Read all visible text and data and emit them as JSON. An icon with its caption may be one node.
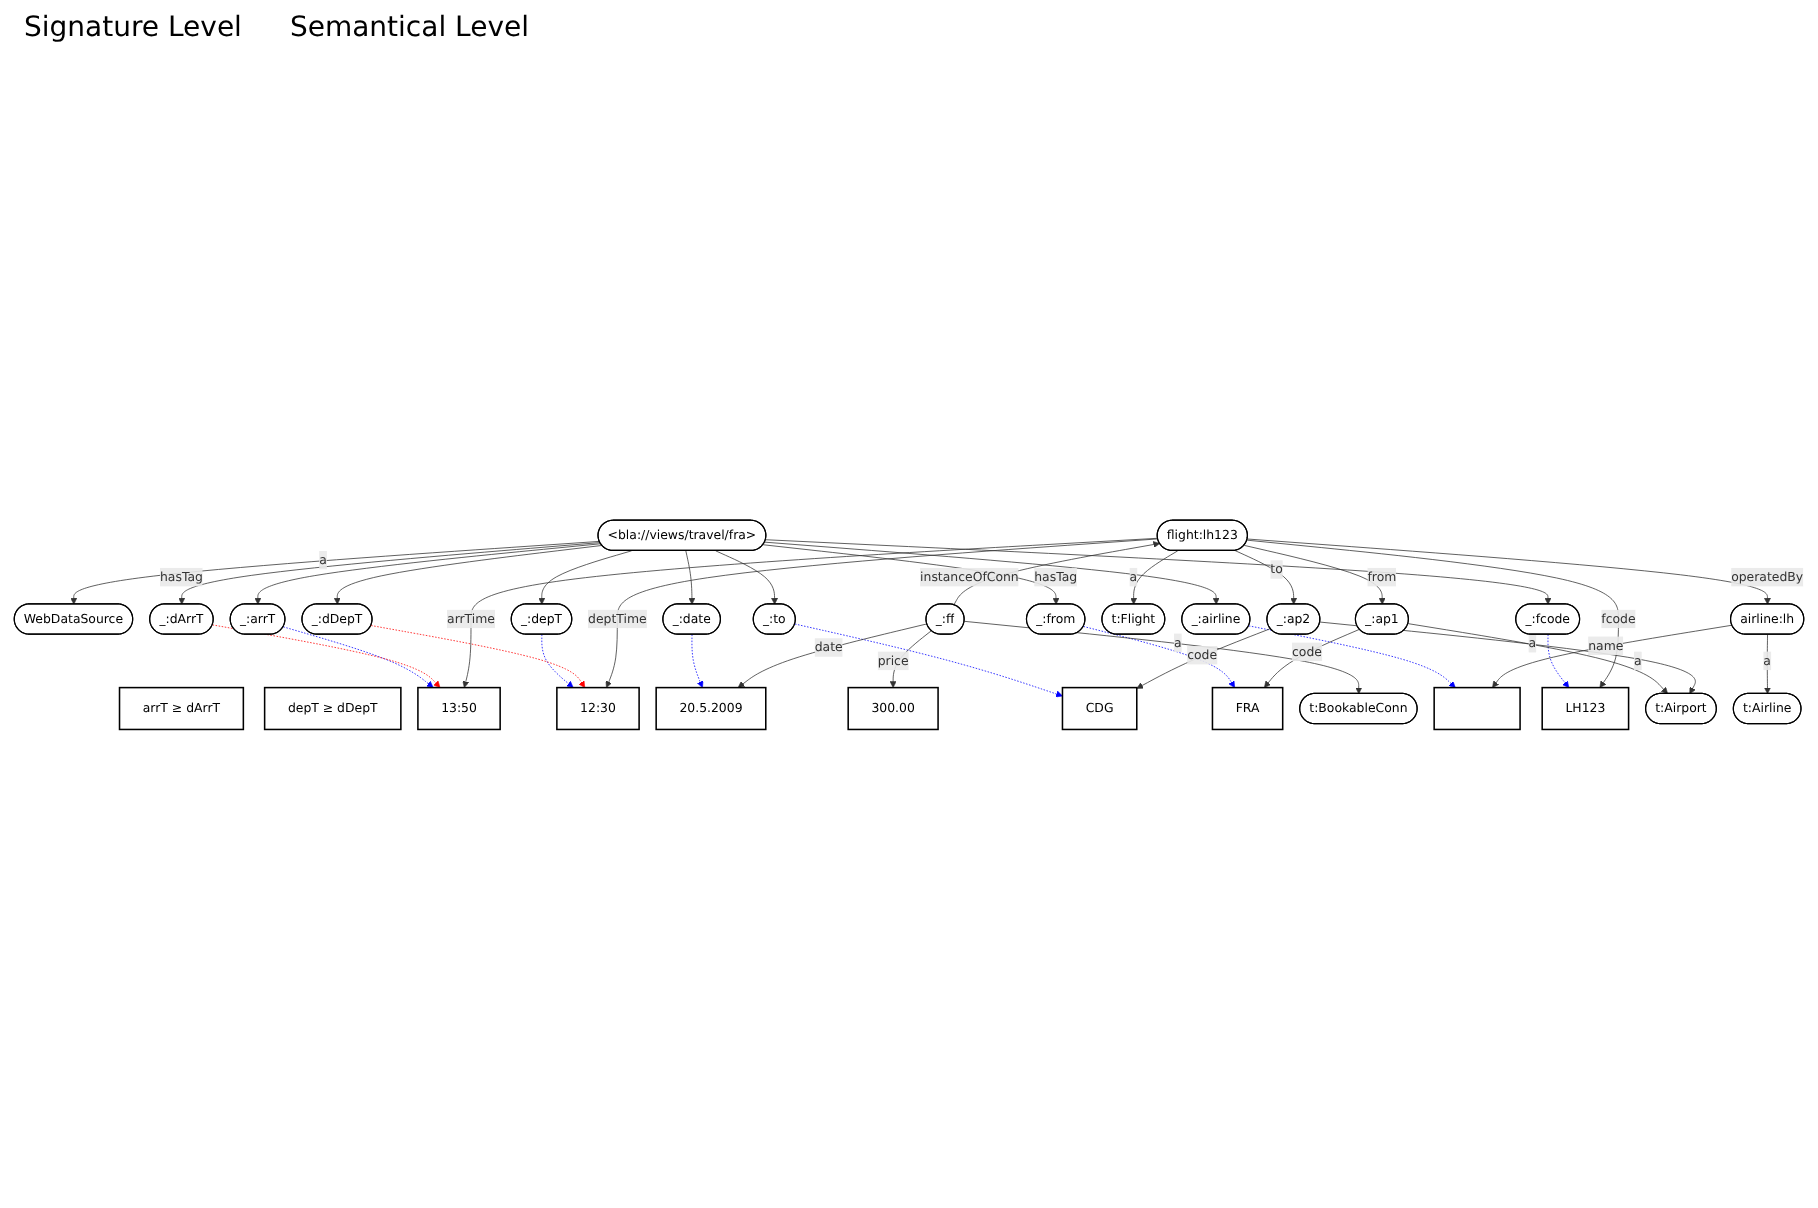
{
  "diagram": {
    "nodes": [
      {
        "text": [
          "<bla://views/travel/fra>"
        ]
      },
      {
        "text": [
          "WebDataSource"
        ]
      },
      {
        "text": [
          "_:from"
        ]
      },
      {
        "text": [
          "_:to"
        ]
      },
      {
        "text": [
          "_:date"
        ]
      },
      {
        "text": [
          "_:fcode"
        ]
      },
      {
        "text": [
          "_:airline"
        ]
      },
      {
        "text": [
          "_:depT"
        ]
      },
      {
        "text": [
          "_:dDepT"
        ]
      },
      {
        "text": [
          "_:arrT"
        ]
      },
      {
        "text": [
          "_:dArrT"
        ]
      },
      {
        "text": [
          "depT ≥ dDepT"
        ]
      },
      {
        "text": [
          "arrT ≥ dArrT"
        ]
      },
      {
        "text": [],
        "shape": "box"
      },
      {
        "text": [
          "airline:lh"
        ]
      },
      {
        "text": [
          "t:Airline"
        ]
      },
      {
        "text": [
          "LH123"
        ]
      },
      {
        "text": [
          "flight:lh123"
        ]
      },
      {
        "text": [
          "t:Flight"
        ]
      },
      {
        "text": [
          "_:ff"
        ]
      },
      {
        "text": [
          "t:BookableConn"
        ]
      },
      {
        "text": [
          "_:ap1"
        ]
      },
      {
        "text": [
          "_:ap2"
        ]
      },
      {
        "text": [
          "t:Airport"
        ]
      },
      {
        "text": [
          "12:30"
        ]
      },
      {
        "text": [
          "13:50"
        ]
      },
      {
        "text": [
          "20.5.2009"
        ]
      },
      {
        "text": [
          "300.00"
        ]
      },
      {
        "text": [
          "FRA"
        ]
      },
      {
        "text": [
          "CDG"
        ]
      }
    ],
    "edges": [
      {
        "from": 0,
        "to": 1,
        "arrow": "to",
        "label": "a"
      },
      {
        "from": 0,
        "to": 2,
        "arrow": "to",
        "label": "hasTag"
      },
      {
        "from": 0,
        "to": 3,
        "arrow": "to"
      },
      {
        "from": 0,
        "to": 4,
        "arrow": "to"
      },
      {
        "from": 0,
        "to": 5,
        "arrow": "to"
      },
      {
        "from": 0,
        "to": 6,
        "arrow": "to"
      },
      {
        "from": 0,
        "to": 7,
        "arrow": "to"
      },
      {
        "from": 0,
        "to": 8,
        "arrow": "to"
      },
      {
        "from": 0,
        "to": 9,
        "arrow": "to"
      },
      {
        "from": 0,
        "to": 10,
        "arrow": "to",
        "label": "hasTag"
      },
      {
        "from": 2,
        "to": 28,
        "arrow": "to",
        "style": "dashed",
        "color": "#0000ff"
      },
      {
        "from": 3,
        "to": 29,
        "arrow": "to",
        "style": "dashed",
        "color": "#0000ff"
      },
      {
        "from": 4,
        "to": 26,
        "arrow": "to",
        "style": "dashed",
        "color": "#0000ff"
      },
      {
        "from": 5,
        "to": 16,
        "arrow": "to",
        "style": "dashed",
        "color": "#0000ff"
      },
      {
        "from": 6,
        "to": 13,
        "arrow": "to",
        "style": "dashed",
        "color": "#0000ff"
      },
      {
        "from": 7,
        "to": 24,
        "arrow": "to",
        "style": "dashed",
        "color": "#0000ff"
      },
      {
        "from": 9,
        "to": 25,
        "arrow": "to",
        "style": "dashed",
        "color": "#0000ff"
      },
      {
        "from": 8,
        "to": 24,
        "arrow": "to",
        "style": "dashed",
        "color": "#ff0000"
      },
      {
        "from": 10,
        "to": 25,
        "arrow": "to",
        "style": "dashed",
        "color": "#ff0000"
      },
      {
        "from": 14,
        "to": 13,
        "arrow": "to",
        "label": "name"
      },
      {
        "from": 14,
        "to": 15,
        "arrow": "to",
        "label": "a"
      },
      {
        "from": 17,
        "to": 16,
        "arrow": "to",
        "label": "fcode"
      },
      {
        "from": 17,
        "to": 14,
        "arrow": "to",
        "label": "operatedBy"
      },
      {
        "from": 17,
        "to": 18,
        "arrow": "to",
        "label": "a"
      },
      {
        "from": 17,
        "to": 24,
        "arrow": "to",
        "label": "deptTime"
      },
      {
        "from": 17,
        "to": 25,
        "arrow": "to",
        "label": "arrTime"
      },
      {
        "from": 17,
        "to": 21,
        "arrow": "to",
        "label": "from"
      },
      {
        "from": 17,
        "to": 22,
        "arrow": "to",
        "label": "to"
      },
      {
        "from": 19,
        "to": 17,
        "arrow": "to",
        "label": "instanceOfConn"
      },
      {
        "from": 19,
        "to": 20,
        "arrow": "to",
        "label": "a"
      },
      {
        "from": 19,
        "to": 26,
        "arrow": "to",
        "label": "date"
      },
      {
        "from": 19,
        "to": 27,
        "arrow": "to",
        "label": "price"
      },
      {
        "from": 21,
        "to": 23,
        "arrow": "to",
        "label": "a"
      },
      {
        "from": 22,
        "to": 23,
        "arrow": "to",
        "label": "a"
      },
      {
        "from": 21,
        "to": 28,
        "arrow": "to",
        "label": "code"
      },
      {
        "from": 22,
        "to": 29,
        "arrow": "to",
        "label": "code"
      }
    ],
    "labels": [
      "Signature Level",
      "Semantical Level"
    ]
  }
}
